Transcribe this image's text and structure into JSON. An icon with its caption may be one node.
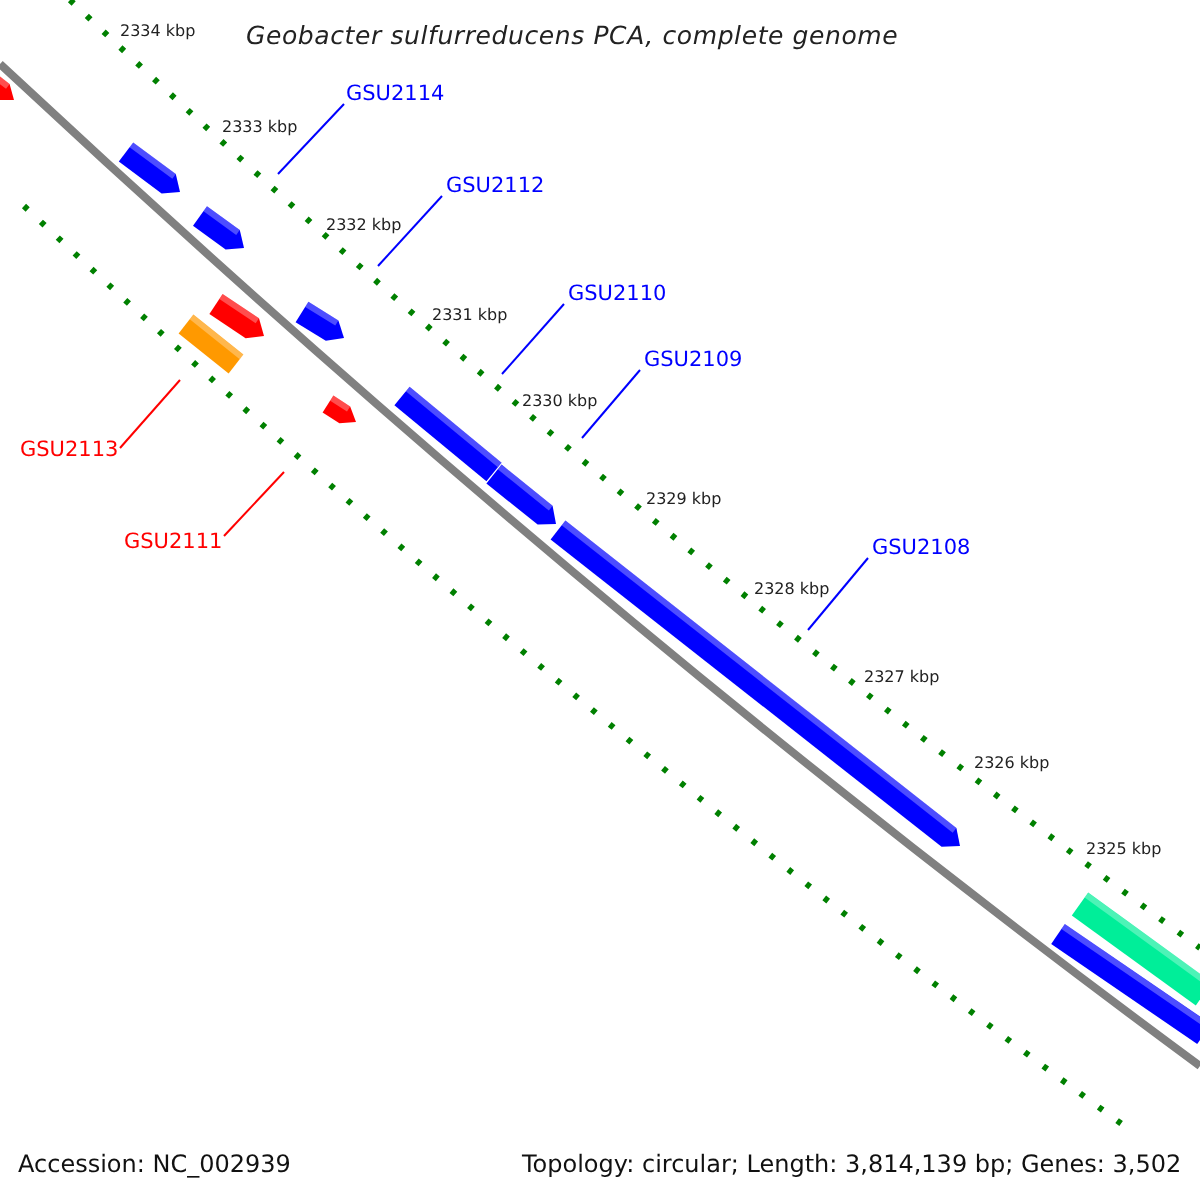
{
  "diagram": {
    "title": "Geobacter sulfurreducens PCA, complete genome",
    "nodes": [
      {
        "text": [
          "GSU2114"
        ]
      },
      {
        "text": [
          "GSU2112"
        ]
      },
      {
        "text": [
          "GSU2110"
        ]
      },
      {
        "text": [
          "GSU2109"
        ]
      },
      {
        "text": [
          "GSU2108"
        ]
      },
      {
        "text": [
          "GSU2113"
        ]
      },
      {
        "text": [
          "GSU2111"
        ]
      }
    ],
    "edges": [
      {
        "from": 0,
        "to": null,
        "arrow": "none"
      },
      {
        "from": 1,
        "to": null,
        "arrow": "none"
      },
      {
        "from": 2,
        "to": null,
        "arrow": "none"
      },
      {
        "from": 3,
        "to": null,
        "arrow": "none"
      },
      {
        "from": 4,
        "to": null,
        "arrow": "none"
      },
      {
        "from": 5,
        "to": null,
        "arrow": "none",
        "color": "#ff0000"
      },
      {
        "from": 6,
        "to": null,
        "arrow": "none",
        "color": "#ff0000"
      }
    ],
    "labels": [
      "2334 kbp",
      "2333 kbp",
      "2332 kbp",
      "2331 kbp",
      "2330 kbp",
      "2329 kbp",
      "2328 kbp",
      "2327 kbp",
      "2326 kbp",
      "2325 kbp",
      "Accession: NC_002939",
      "Topology: circular; Length: 3,814,139 bp; Genes: 3,502"
    ]
  }
}
